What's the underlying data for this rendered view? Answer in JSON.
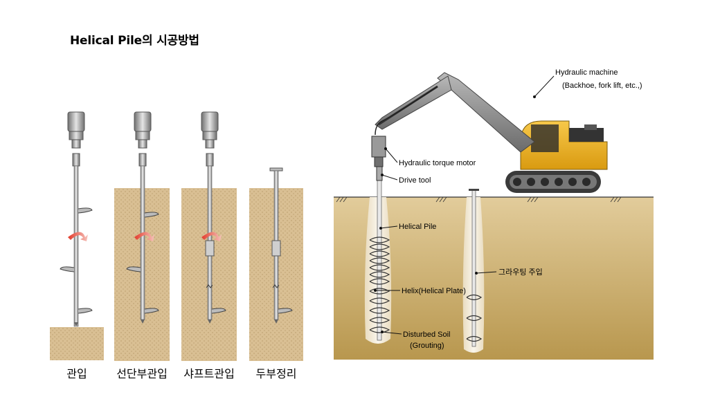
{
  "title": "Helical Pile의 시공방법",
  "steps": [
    {
      "label": "관입"
    },
    {
      "label": "선단부관입"
    },
    {
      "label": "샤프트관입"
    },
    {
      "label": "두부정리"
    }
  ],
  "callouts": {
    "machine": "Hydraulic machine",
    "machine_sub": "(Backhoe, fork lift, etc.,)",
    "torque_motor": "Hydraulic torque motor",
    "drive_tool": "Drive tool",
    "helical_pile": "Helical Pile",
    "helix": "Helix(Helical Plate)",
    "disturbed_soil": "Disturbed Soil",
    "grouting": "(Grouting)",
    "grouting_injection": "그라우팅 주입"
  },
  "colors": {
    "soil": "#d6b98a",
    "soil_dark": "#a8884d",
    "excavator_yellow": "#f1b31d",
    "boom_gray": "#8c8c8c",
    "arrow_red": "#e23a2a"
  }
}
